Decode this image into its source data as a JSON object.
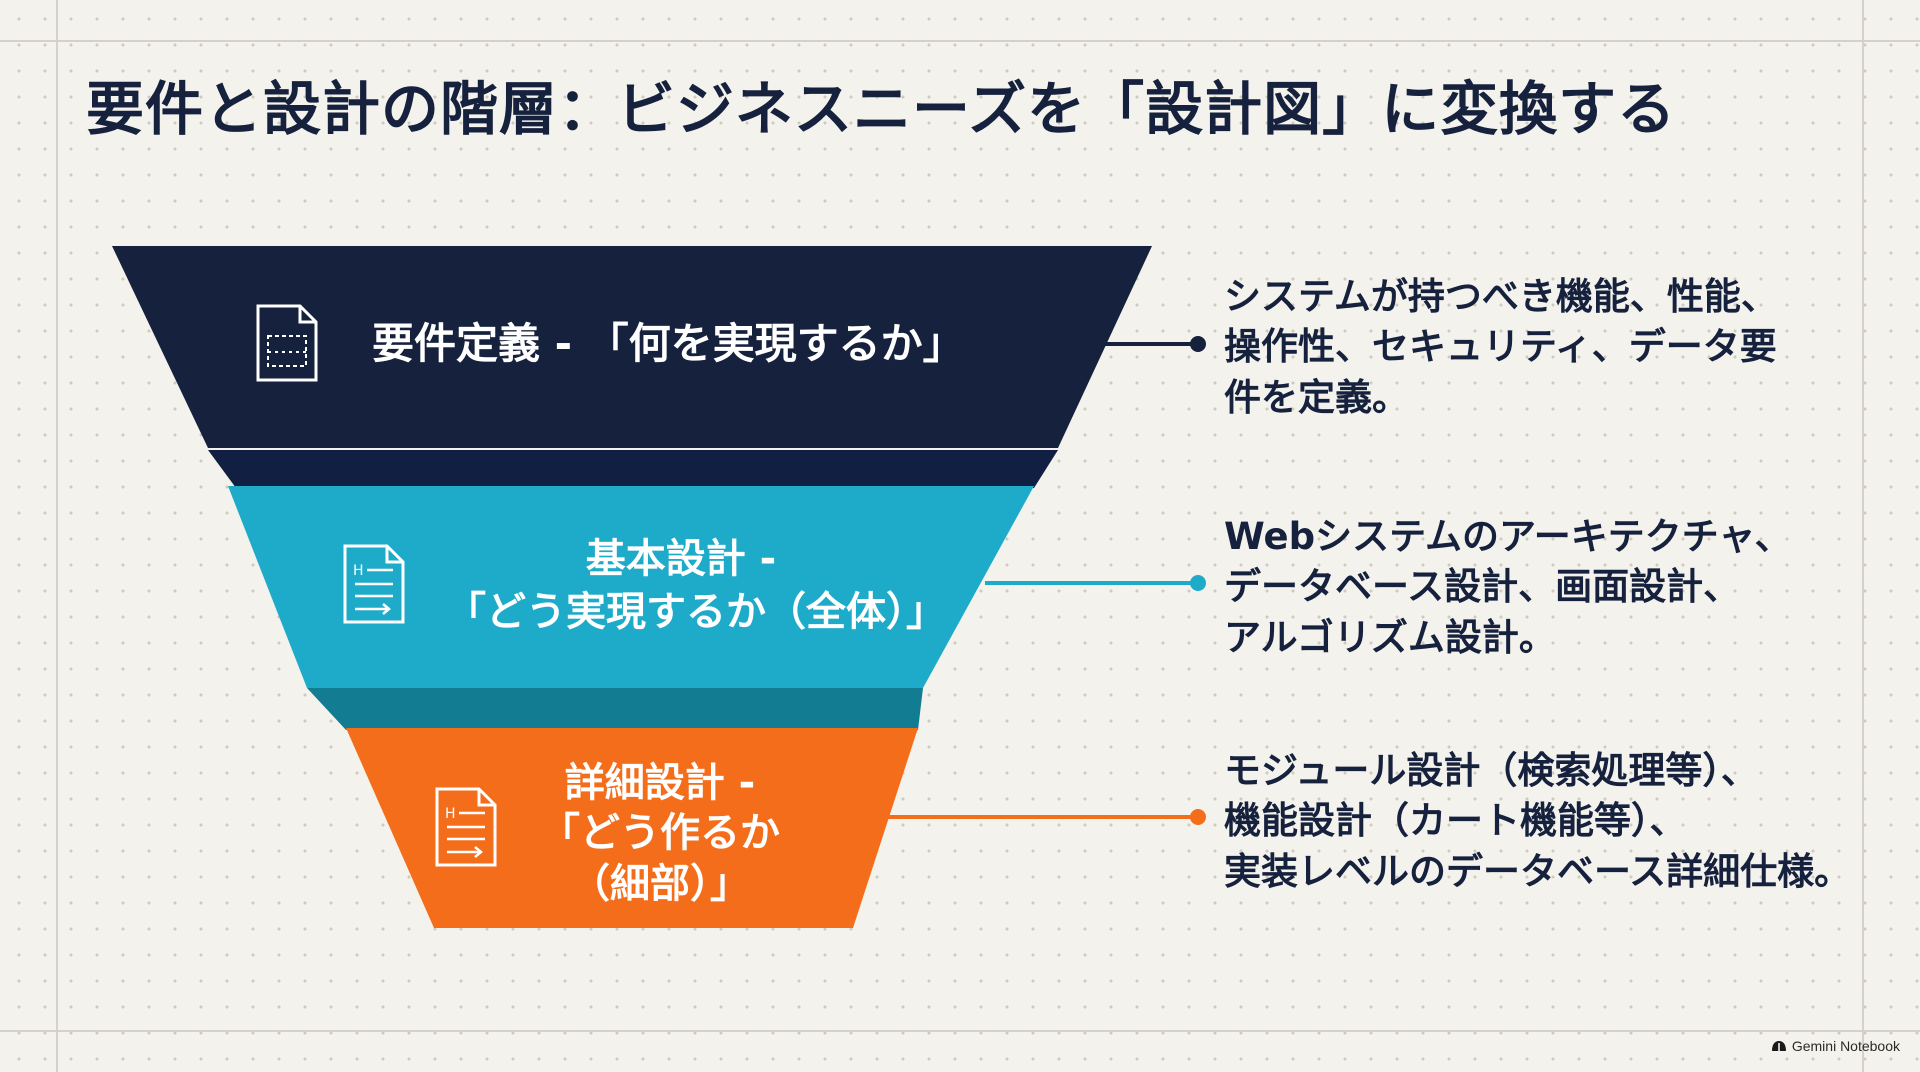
{
  "title": "要件と設計の階層：ビジネスニーズを「設計図」に変換する",
  "colors": {
    "background": "#f4f2ec",
    "navy": "#16213d",
    "teal": "#1eabc9",
    "orange": "#f46d1a"
  },
  "tiers": [
    {
      "label_lines": [
        "要件定義 - 「何を実現するか」"
      ],
      "icon": "blueprint-document-icon",
      "color": "#16213d",
      "description_lines": [
        "システムが持つべき機能、性能、",
        "操作性、セキュリティ、データ要",
        "件を定義。"
      ]
    },
    {
      "label_lines": [
        "基本設計 -",
        "「どう実現するか（全体）」"
      ],
      "icon": "spec-document-icon",
      "color": "#1eabc9",
      "description_lines": [
        "Webシステムのアーキテクチャ、",
        "データベース設計、画面設計、",
        "アルゴリズム設計。"
      ]
    },
    {
      "label_lines": [
        "詳細設計 -",
        "「どう作るか",
        "（細部）」"
      ],
      "icon": "spec-document-icon",
      "color": "#f46d1a",
      "description_lines": [
        "モジュール設計（検索処理等）、",
        "機能設計（カート機能等）、",
        "実装レベルのデータベース詳細仕様。"
      ]
    }
  ],
  "brand": {
    "name": "Gemini Notebook",
    "icon": "notebook-logo-icon"
  }
}
